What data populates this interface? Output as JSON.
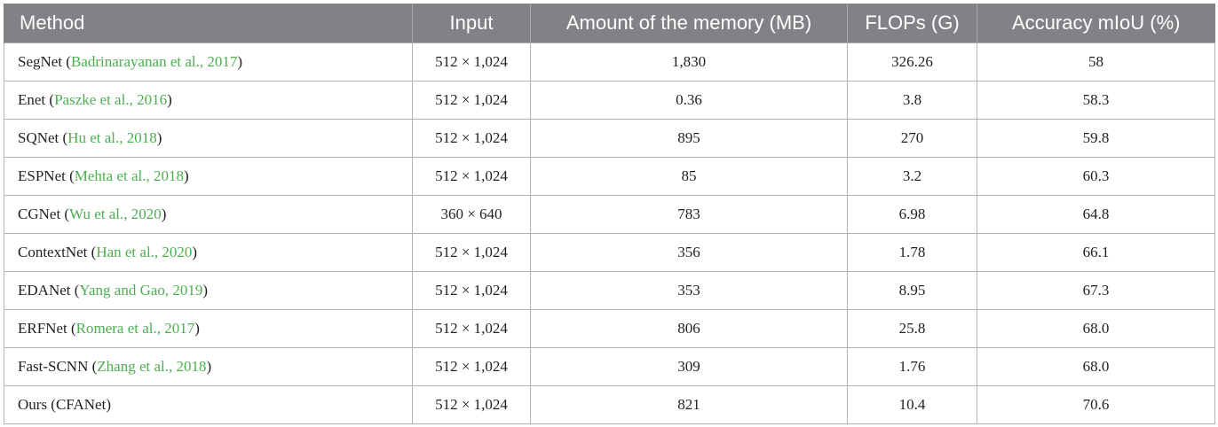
{
  "table": {
    "headers": [
      "Method",
      "Input",
      "Amount of the memory (MB)",
      "FLOPs (G)",
      "Accuracy mIoU (%)"
    ],
    "rows": [
      {
        "method": "SegNet",
        "cite": "Badrinarayanan et al., 2017",
        "input": "512 × 1,024",
        "memory": "1,830",
        "flops": "326.26",
        "accuracy": "58"
      },
      {
        "method": "Enet",
        "cite": "Paszke et al., 2016",
        "input": "512 × 1,024",
        "memory": "0.36",
        "flops": "3.8",
        "accuracy": "58.3"
      },
      {
        "method": "SQNet",
        "cite": "Hu et al., 2018",
        "input": "512 × 1,024",
        "memory": "895",
        "flops": "270",
        "accuracy": "59.8"
      },
      {
        "method": "ESPNet",
        "cite": "Mehta et al., 2018",
        "input": "512 × 1,024",
        "memory": "85",
        "flops": "3.2",
        "accuracy": "60.3"
      },
      {
        "method": "CGNet",
        "cite": "Wu et al., 2020",
        "input": "360 × 640",
        "memory": "783",
        "flops": "6.98",
        "accuracy": "64.8"
      },
      {
        "method": "ContextNet",
        "cite": "Han et al., 2020",
        "input": "512 × 1,024",
        "memory": "356",
        "flops": "1.78",
        "accuracy": "66.1"
      },
      {
        "method": "EDANet",
        "cite": "Yang and Gao, 2019",
        "input": "512 × 1,024",
        "memory": "353",
        "flops": "8.95",
        "accuracy": "67.3"
      },
      {
        "method": "ERFNet",
        "cite": "Romera et al., 2017",
        "input": "512 × 1,024",
        "memory": "806",
        "flops": "25.8",
        "accuracy": "68.0"
      },
      {
        "method": "Fast-SCNN",
        "cite": "Zhang et al., 2018",
        "input": "512 × 1,024",
        "memory": "309",
        "flops": "1.76",
        "accuracy": "68.0"
      },
      {
        "method": "Ours (CFANet)",
        "cite": "",
        "input": "512 × 1,024",
        "memory": "821",
        "flops": "10.4",
        "accuracy": "70.6"
      }
    ]
  },
  "colors": {
    "header_bg": "#808285",
    "header_text": "#ffffff",
    "citation": "#4caf50",
    "border": "#b3b3b3"
  }
}
